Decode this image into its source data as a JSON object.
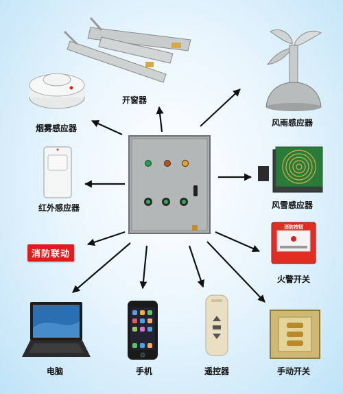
{
  "diagram": {
    "labels": {
      "window_opener": "开窗器",
      "smoke_sensor": "烟雾感应器",
      "wind_rain_sensor": "风雨感应器",
      "infrared_sensor": "红外感应器",
      "wind_snow_sensor": "风雪感应器",
      "fire_linkage": "消防联动",
      "fire_alarm_switch": "火警开关",
      "computer": "电脑",
      "phone": "手机",
      "remote": "遥控器",
      "manual_switch": "手动开关"
    },
    "alarm_box_text": "消防按钮",
    "colors": {
      "arrow": "#111111",
      "fire_red": "#e21c1c",
      "controller": "#a9adad"
    }
  }
}
